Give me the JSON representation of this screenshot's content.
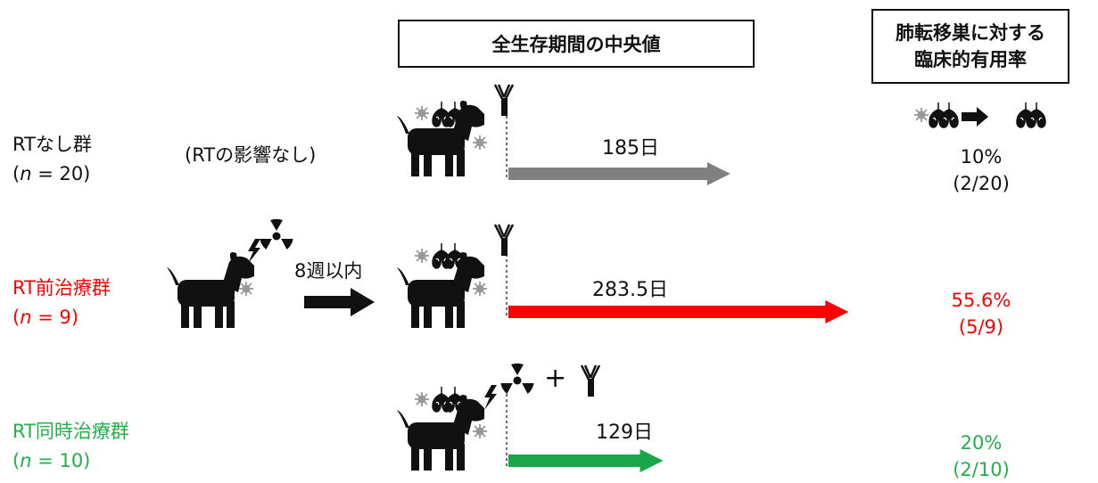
{
  "headers": {
    "median_os": "全生存期間の中央値",
    "clinical_benefit_line1": "肺転移巣に対する",
    "clinical_benefit_line2": "臨床的有用率"
  },
  "groups": [
    {
      "name": "RTなし群",
      "n_prefix": "(",
      "n_var": "n",
      "n_rest": " = 20)",
      "note": "(RTの影響なし)",
      "days": "185日",
      "rate": "10%",
      "fraction": "(2/20)",
      "color": "#111111",
      "arrow_color": "#808080",
      "median_days": 185
    },
    {
      "name": "RT前治療群",
      "n_prefix": "(",
      "n_var": "n",
      "n_rest": " = 9)",
      "interval": "8週以内",
      "days": "283.5日",
      "rate": "55.6%",
      "fraction": "(5/9)",
      "color": "#ff0000",
      "arrow_color": "#ff0000",
      "median_days": 283.5
    },
    {
      "name": "RT同時治療群",
      "n_prefix": "(",
      "n_var": "n",
      "n_rest": " = 10)",
      "plus": "+",
      "days": "129日",
      "rate": "20%",
      "fraction": "(2/10)",
      "color": "#22b04a",
      "arrow_color": "#1aa64a",
      "median_days": 129
    }
  ],
  "icons": [
    "dog-icon",
    "lung-icon",
    "tumor-icon",
    "antibody-icon",
    "radiation-icon",
    "lightning-icon",
    "right-arrow-icon"
  ]
}
